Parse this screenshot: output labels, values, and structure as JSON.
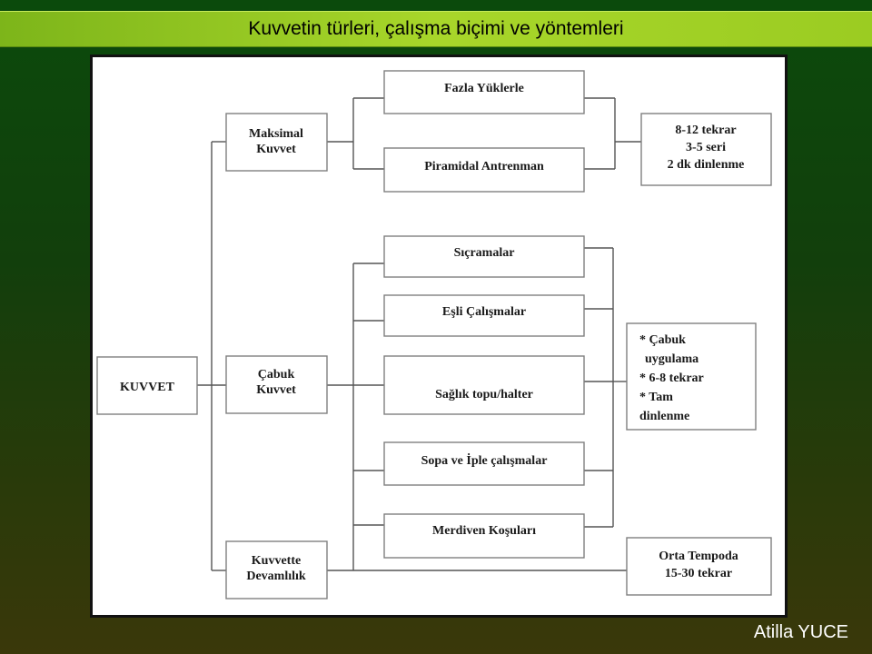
{
  "slide": {
    "title": "Kuvvetin türleri, çalışma biçimi ve yöntemleri",
    "author": "Atilla YUCE"
  },
  "diagram": {
    "root": "KUVVET",
    "types": {
      "maksimal": [
        "Maksimal",
        "Kuvvet"
      ],
      "cabuk": [
        "Çabuk",
        "Kuvvet"
      ],
      "devamlilik": [
        "Kuvvette",
        "Devamlılık"
      ]
    },
    "methods": {
      "fazla": "Fazla Yüklerle",
      "piramidal": "Piramidal Antrenman",
      "sicramalar": "Sıçramalar",
      "esli": "Eşli Çalışmalar",
      "saglik": "Sağlık topu/halter",
      "sopa": "Sopa ve İple çalışmalar",
      "merdiven": "Merdiven Koşuları"
    },
    "notes": {
      "maksimal": [
        "8-12 tekrar",
        "3-5 seri",
        "2 dk dinlenme"
      ],
      "cabuk": [
        "* Çabuk",
        "uygulama",
        "* 6-8 tekrar",
        "* Tam",
        "dinlenme"
      ],
      "devamlilik": [
        "Orta Tempoda",
        "15-30 tekrar"
      ]
    }
  }
}
